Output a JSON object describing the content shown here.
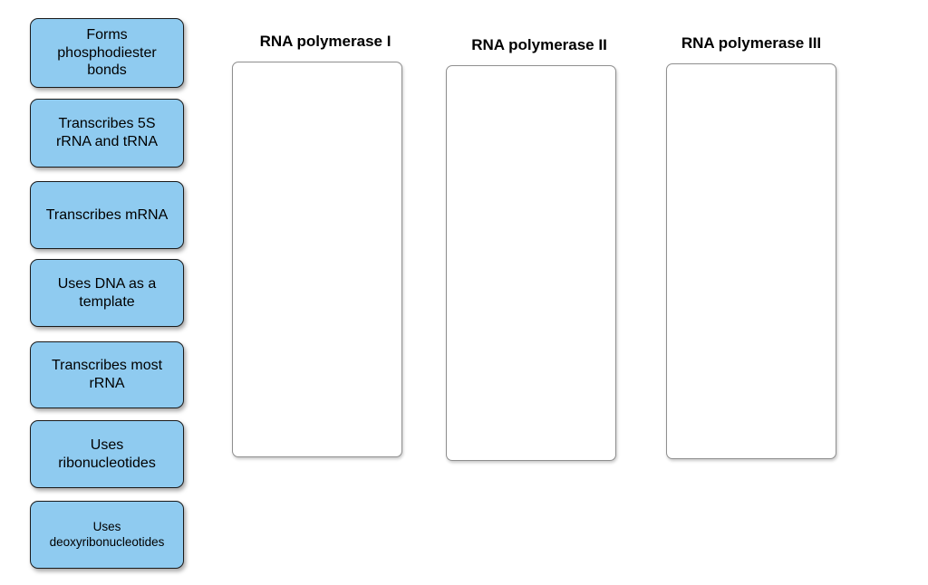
{
  "exercise": {
    "kind": "drag-and-drop-sorting",
    "colors": {
      "tile_fill": "#8fcbf0",
      "tile_border": "#1a1a1a",
      "box_border": "#8f8f8f",
      "text": "#000000",
      "background": "#ffffff"
    },
    "tiles": [
      {
        "label": "Forms\nphosphodiester\nbonds"
      },
      {
        "label": "Transcribes 5S\nrRNA and tRNA"
      },
      {
        "label": "Transcribes mRNA"
      },
      {
        "label": "Uses DNA as a\ntemplate"
      },
      {
        "label": "Transcribes most\nrRNA"
      },
      {
        "label": "Uses\nribonucleotides"
      },
      {
        "label": "Uses\ndeoxyribonucleotides"
      }
    ],
    "columns": [
      {
        "header": "RNA polymerase I"
      },
      {
        "header": "RNA polymerase II"
      },
      {
        "header": "RNA polymerase III"
      }
    ]
  }
}
